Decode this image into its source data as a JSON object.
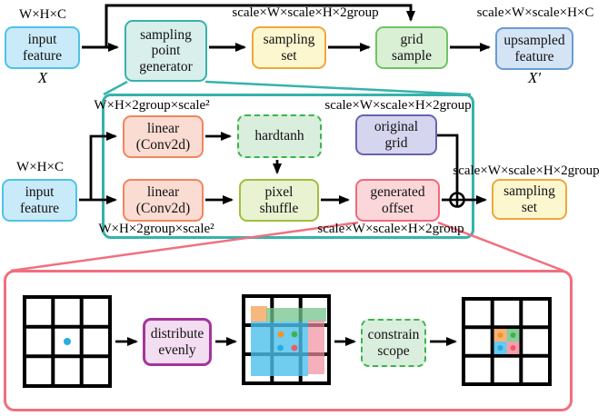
{
  "boxes": {
    "input_feature_1": "input\nfeature",
    "sampling_point_generator": "sampling\npoint\ngenerator",
    "sampling_set_1": "sampling\nset",
    "grid_sample": "grid\nsample",
    "upsampled_feature": "upsampled\nfeature",
    "linear_conv2d_top": "linear\n(Conv2d)",
    "hardtanh": "hardtanh",
    "original_grid": "original\ngrid",
    "input_feature_2": "input\nfeature",
    "linear_conv2d_bottom": "linear\n(Conv2d)",
    "pixel_shuffle": "pixel\nshuffle",
    "generated_offset": "generated\noffset",
    "sampling_set_2": "sampling\nset",
    "distribute_evenly": "distribute\nevenly",
    "constrain_scope": "constrain\nscope"
  },
  "labels": {
    "input_dims_top": "W×H×C",
    "sampling_set_dims": "scale×W×scale×H×2group",
    "upsampled_dims": "scale×W×scale×H×C",
    "x": "X",
    "x_prime": "X′",
    "inner_top_left_dims": "W×H×2group×scale²",
    "inner_top_right_dims": "scale×W×scale×H×2group",
    "input_dims_inner": "W×H×C",
    "inner_bottom_left_dims": "W×H×2group×scale²",
    "inner_bottom_right_dims": "scale×W×scale×H×2group",
    "offset_out_dims": "scale×W×scale×H×2group"
  },
  "colors": {
    "teal_border": "#35b3ab",
    "pink_border": "#f0707e",
    "blue_box_border": "#4fc3e8",
    "yellow_box_border": "#f0a63c",
    "green_box_border": "#6ec465",
    "upsampled_box_border": "#6b9bd2",
    "salmon_box_border": "#f08661",
    "dashed_green_border": "#3cb54a",
    "purple_box_border": "#6764ae",
    "yellowgreen_box_border": "#9cc03c",
    "offset_box_border": "#f0697a",
    "magenta_box_border": "#a3359c",
    "dot_blue": "#29abe2",
    "dot_orange": "#f7931e",
    "dot_green": "#3cb54a",
    "dot_red": "#f05a66",
    "patch_orange": "#f5a55f",
    "patch_green": "#74c48c",
    "patch_blue": "#4cc1ec",
    "patch_pink": "#f18fa0"
  }
}
